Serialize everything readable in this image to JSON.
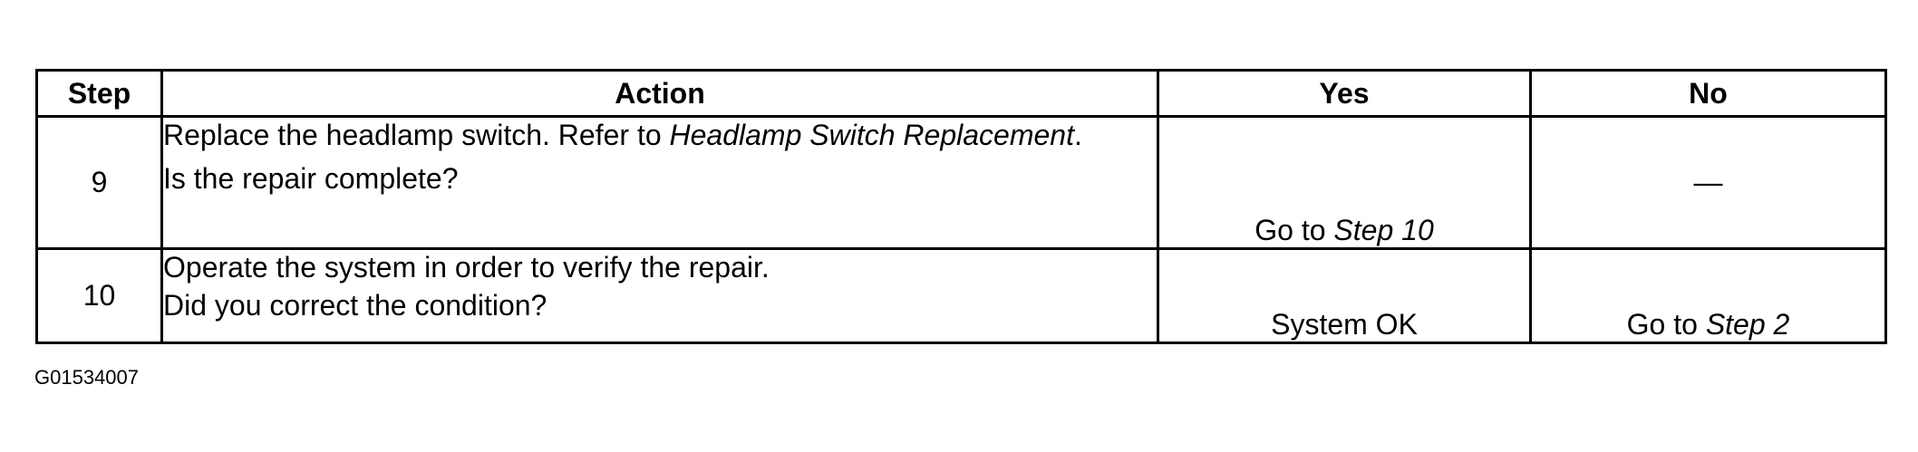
{
  "table": {
    "headers": {
      "step": "Step",
      "action": "Action",
      "yes": "Yes",
      "no": "No"
    },
    "rows": [
      {
        "step": "9",
        "action_text": "Replace the headlamp switch. Refer to ",
        "action_ref": "Headlamp Switch Replacement",
        "action_suffix": ".",
        "question": "Is the repair complete?",
        "yes_prefix": "Go to ",
        "yes_ref": "Step 10",
        "no": "—"
      },
      {
        "step": "10",
        "action_text": "Operate the system in order to verify the repair.",
        "question": "Did you correct the condition?",
        "yes": "System OK",
        "no_prefix": "Go to ",
        "no_ref": "Step 2"
      }
    ]
  },
  "figure_id": "G01534007"
}
